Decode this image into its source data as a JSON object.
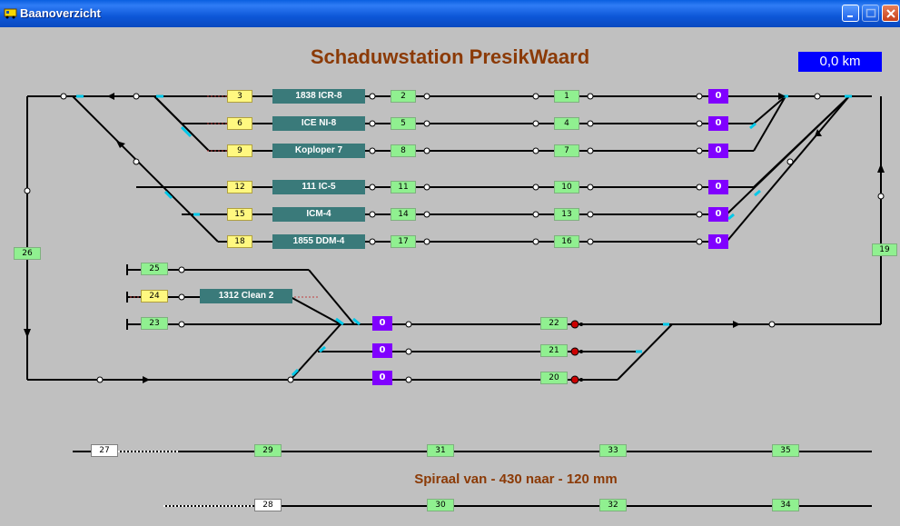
{
  "window": {
    "title": "Baanoverzicht",
    "app_icon": "train-app-icon",
    "controls": [
      "minimize-icon",
      "maximize-icon",
      "close-icon"
    ]
  },
  "header": {
    "title": "Schaduwstation PresikWaard",
    "speed": "0,0   km"
  },
  "colors": {
    "background": "#c0c0c0",
    "title_text": "#8b3a06",
    "block_free": "#90f090",
    "block_reserved": "#fff880",
    "signal": "#8000ff",
    "train": "#3a7a7a",
    "speed_display": "#0000ff",
    "switch": "#00c8e8",
    "track": "#000000"
  },
  "blocks": {
    "b1": "1",
    "b2": "2",
    "b3": "3",
    "b4": "4",
    "b5": "5",
    "b6": "6",
    "b7": "7",
    "b8": "8",
    "b9": "9",
    "b10": "10",
    "b11": "11",
    "b12": "12",
    "b13": "13",
    "b14": "14",
    "b15": "15",
    "b16": "16",
    "b17": "17",
    "b18": "18",
    "b19": "19",
    "b20": "20",
    "b21": "21",
    "b22": "22",
    "b23": "23",
    "b24": "24",
    "b25": "25",
    "b26": "26",
    "b27": "27",
    "b28": "28",
    "b29": "29",
    "b30": "30",
    "b31": "31",
    "b32": "32",
    "b33": "33",
    "b34": "34",
    "b35": "35"
  },
  "trains": {
    "t1": "1838 ICR-8",
    "t2": "ICE NI-8",
    "t3": "Koploper 7",
    "t4": "111 IC-5",
    "t5": "ICM-4",
    "t6": "1855 DDM-4",
    "t7": "1312 Clean 2"
  },
  "signals": {
    "s1": "0",
    "s2": "0",
    "s3": "0",
    "s4": "0",
    "s5": "0",
    "s6": "0",
    "s7": "0",
    "s8": "0",
    "s9": "0"
  },
  "spiral": {
    "label": "Spiraal van - 430 naar - 120 mm"
  }
}
